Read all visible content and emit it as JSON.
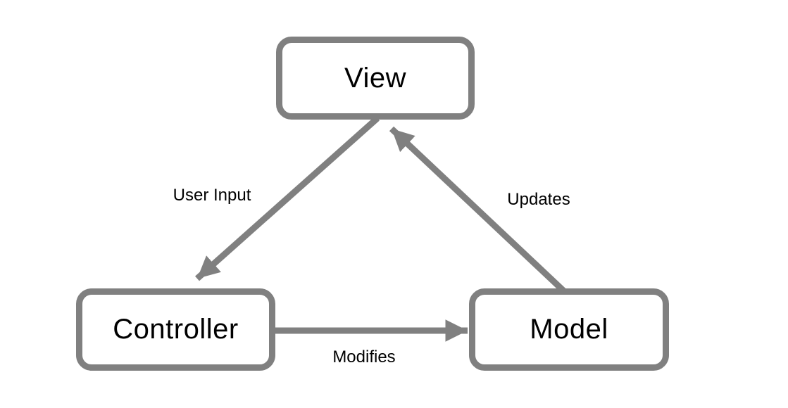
{
  "diagram": {
    "type": "flow-diagram",
    "colors": {
      "shape_outline": "#808080",
      "arrow": "#808080",
      "text": "#000000",
      "background": "#ffffff"
    },
    "nodes": [
      {
        "id": "view",
        "label": "View"
      },
      {
        "id": "controller",
        "label": "Controller"
      },
      {
        "id": "model",
        "label": "Model"
      }
    ],
    "edges": [
      {
        "from": "view",
        "to": "controller",
        "label": "User Input"
      },
      {
        "from": "model",
        "to": "view",
        "label": "Updates"
      },
      {
        "from": "controller",
        "to": "model",
        "label": "Modifies"
      }
    ]
  }
}
